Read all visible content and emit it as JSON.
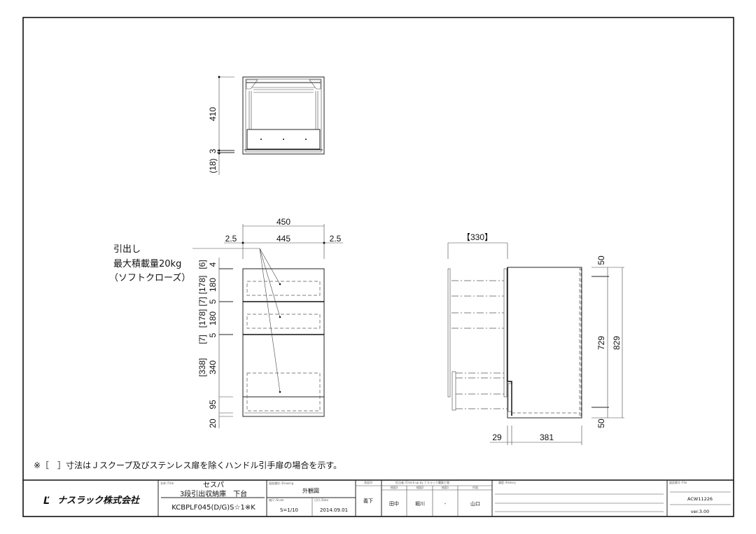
{
  "plan_view": {
    "dims": {
      "depth": "410",
      "gap": "3",
      "bottom": "(18)"
    }
  },
  "front_view": {
    "dims_top": {
      "overall": "450",
      "inner": "445",
      "left_gap": "2.5",
      "right_gap": "2.5"
    },
    "dims_left": [
      {
        "value": "4",
        "bracket": "[6]"
      },
      {
        "value": "180",
        "bracket": "[178]"
      },
      {
        "value": "5",
        "bracket": "[7]"
      },
      {
        "value": "180",
        "bracket": "[178]"
      },
      {
        "value": "5",
        "bracket": "[7]"
      },
      {
        "value": "340",
        "bracket": "[338]"
      },
      {
        "value": "95",
        "bracket": ""
      },
      {
        "value": "20",
        "bracket": ""
      }
    ],
    "leader_label": {
      "line1": "引出し",
      "line2": "最大積載量20kg",
      "line3": "（ソフトクローズ）"
    }
  },
  "side_view": {
    "dims": {
      "drawer_travel": "【330】",
      "top": "50",
      "inner": "729",
      "overall": "829",
      "bottom": "50",
      "front": "29",
      "depth": "381"
    }
  },
  "note": "※［　］寸法はＪスクープ及びステンレス扉を除くハンドル引手扉の場合を示す。",
  "title_block": {
    "company": "ナスラック株式会社",
    "title_label": "名称 /Title",
    "series": "セスパ",
    "product_name": "3段引出収納庫　下台",
    "model": "KCBPLF045(D/G)S☆1※K",
    "drawing_label": "図面種別 /Drawing",
    "drawing_type": "外観図",
    "scale_label": "縮尺 /Scale",
    "scale": "S=1/10",
    "date_label": "日付 /Date",
    "date": "2014.09.01",
    "approval_label": "承認印",
    "approval": "義下",
    "checkers_label": "担当者 /Check-up by ナスラック購買工場",
    "checkers": [
      {
        "role": "検図3",
        "name": "田中"
      },
      {
        "role": "検図2",
        "name": "堀川"
      },
      {
        "role": "検図1",
        "name": "-"
      },
      {
        "role": "作図",
        "name": "山口"
      }
    ],
    "history_label": "履歴 /History",
    "file_label": "図面番号 /File",
    "file_number": "ACW11226",
    "version": "ver.3.00"
  }
}
